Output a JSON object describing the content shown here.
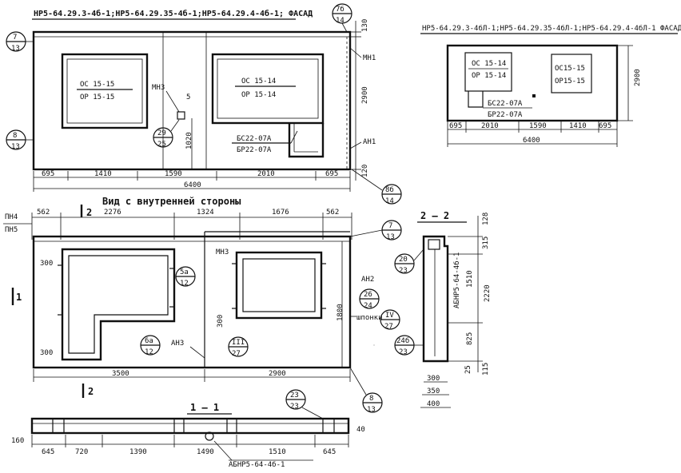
{
  "titles": {
    "facade_main": "НР5-64.29.3-4б-1;НР5-64.29.35-4б-1;НР5-64.29.4-4б-1; ФАСАД",
    "facade_small": "НР5-64.29.3-4бЛ-1;НР5-64.29.35-4бЛ-1;НР5-64.29.4-4бЛ-1 ФАСАД",
    "inner_view": "Вид с внутренней стороны",
    "section_11": "1 — 1",
    "section_22": "2 — 2"
  },
  "facade_main": {
    "window_left": [
      "ОС 15-15",
      "ОР 15-15"
    ],
    "window_right": [
      "ОС 15-14",
      "ОР 15-14"
    ],
    "door": [
      "БС22-07А",
      "БР22-07А"
    ],
    "tags": {
      "mn3": "МН3",
      "mn1": "МН1",
      "an1": "АН1",
      "five": "5"
    },
    "callouts": [
      [
        "7",
        "13"
      ],
      [
        "8",
        "13"
      ],
      [
        "7б",
        "14"
      ],
      [
        "29",
        "25"
      ],
      [
        "8б",
        "14"
      ]
    ],
    "dims_bottom": [
      "695",
      "1410",
      "1590",
      "2010",
      "695"
    ],
    "dim_total": "6400",
    "dims_right": [
      "130",
      "2900",
      "120"
    ],
    "dim_1020": "1020"
  },
  "facade_small": {
    "window_left": [
      "ОС 15-14",
      "ОР 15-14"
    ],
    "window_right": [
      "ОС15-15",
      "ОР15-15"
    ],
    "door": [
      "БС22-07А",
      "БР22-07А"
    ],
    "dims_bottom": [
      "695",
      "2010",
      "1590",
      "1410",
      "695"
    ],
    "dim_total": "6400",
    "dim_height": "2900"
  },
  "inner": {
    "labels_left": [
      "ПН4",
      "ПН5"
    ],
    "dims_top": [
      "562",
      "2276",
      "1324",
      "1676",
      "562"
    ],
    "dims_bottom": [
      "3500",
      "2900"
    ],
    "dim_300_a": "300",
    "dim_300_b": "300",
    "dim_300_c": "300",
    "dim_1800": "1800",
    "section_marks": [
      "2",
      "1",
      "2"
    ],
    "tags": {
      "mn3": "МН3",
      "an3": "АН3",
      "an2": "АН2",
      "shponki": "шпонки"
    },
    "callouts": [
      [
        "5а",
        "12"
      ],
      [
        "6а",
        "12"
      ],
      [
        "III",
        "27"
      ],
      [
        "26",
        "24"
      ],
      [
        "IV",
        "27"
      ],
      [
        "7",
        "13"
      ],
      [
        "8",
        "13"
      ],
      [
        "24б",
        "23"
      ]
    ]
  },
  "section11": {
    "dims": [
      "645",
      "720",
      "1390",
      "1490",
      "1510",
      "645"
    ],
    "dim_160": "160",
    "dim_40": "40",
    "callout": [
      "23",
      "23"
    ],
    "mark": "АБНР5-64-4б-1"
  },
  "section22": {
    "dims_right": [
      "128",
      "315",
      "1510",
      "2220",
      "825",
      "25",
      "115"
    ],
    "dims_bottom": [
      "300",
      "350",
      "400"
    ],
    "mark": "АБНР5-64-4б-1",
    "callouts": [
      [
        "20",
        "23"
      ],
      [
        "24б",
        "23"
      ]
    ]
  }
}
